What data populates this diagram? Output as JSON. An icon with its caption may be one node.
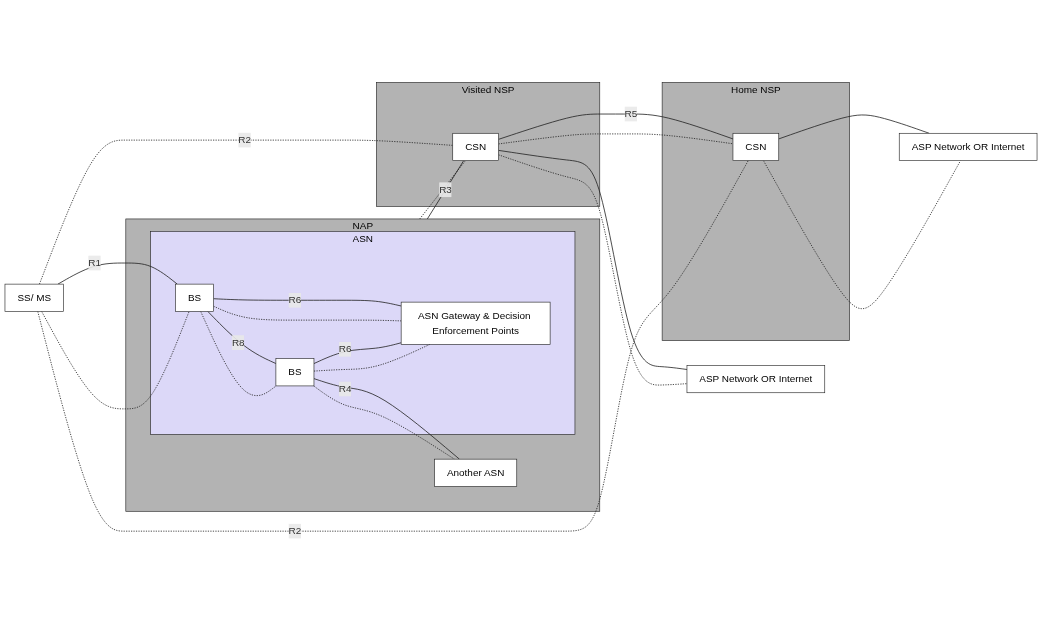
{
  "diagram": {
    "nodes": [
      {
        "text": [
          "SS/ MS"
        ]
      },
      {
        "text": [
          "NAP"
        ]
      },
      {
        "text": [
          "ASN"
        ],
        "in": 1
      },
      {
        "text": [
          "BS"
        ],
        "in": 2
      },
      {
        "text": [
          "ASN Gateway & Decision Enforcement Points"
        ],
        "in": 2
      },
      {
        "text": [
          "BS"
        ],
        "in": 2
      },
      {
        "text": [
          "Another ASN"
        ],
        "in": 1
      },
      {
        "text": [
          "Visited NSP"
        ]
      },
      {
        "text": [
          "CSN"
        ],
        "in": 7
      },
      {
        "text": [
          "ASP Network OR Internet"
        ]
      },
      {
        "text": [
          "Home NSP"
        ]
      },
      {
        "text": [
          "CSN"
        ],
        "in": 10
      },
      {
        "text": [
          "ASP Network OR Internet"
        ]
      }
    ],
    "edges": [
      {
        "from": 0,
        "to": 3,
        "arrow": "none",
        "label": "R1"
      },
      {
        "from": 0,
        "to": 3,
        "arrow": "none",
        "style": "dashed"
      },
      {
        "from": 3,
        "to": 4,
        "arrow": "none",
        "label": "R6"
      },
      {
        "from": 3,
        "to": 4,
        "arrow": "none",
        "style": "dashed"
      },
      {
        "from": 3,
        "to": 5,
        "arrow": "none",
        "label": "R8"
      },
      {
        "from": 3,
        "to": 5,
        "arrow": "none",
        "style": "dashed"
      },
      {
        "from": 5,
        "to": 4,
        "arrow": "none",
        "label": "R6"
      },
      {
        "from": 5,
        "to": 4,
        "arrow": "none",
        "style": "dashed"
      },
      {
        "from": 5,
        "to": 6,
        "arrow": "none",
        "label": "R4"
      },
      {
        "from": 5,
        "to": 6,
        "arrow": "none",
        "style": "dashed"
      },
      {
        "from": 1,
        "to": 8,
        "arrow": "none",
        "label": "R3"
      },
      {
        "from": 1,
        "to": 8,
        "arrow": "none",
        "style": "dashed"
      },
      {
        "from": 8,
        "to": 11,
        "arrow": "none",
        "label": "R5"
      },
      {
        "from": 8,
        "to": 11,
        "arrow": "none",
        "style": "dashed"
      },
      {
        "from": 8,
        "to": 9,
        "arrow": "none"
      },
      {
        "from": 8,
        "to": 9,
        "arrow": "none",
        "style": "dashed"
      },
      {
        "from": 11,
        "to": 12,
        "arrow": "none"
      },
      {
        "from": 11,
        "to": 12,
        "arrow": "none",
        "style": "dashed"
      },
      {
        "from": 0,
        "to": 11,
        "arrow": "none",
        "style": "dashed",
        "label": "R2"
      },
      {
        "from": 0,
        "to": 8,
        "arrow": "none",
        "style": "dashed",
        "label": "R2"
      }
    ]
  }
}
